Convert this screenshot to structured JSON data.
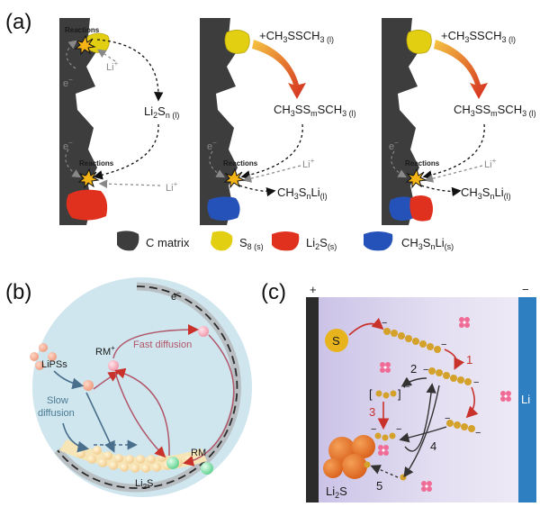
{
  "panel_a": {
    "letter": "(a)",
    "reactions_label": "Reactions",
    "li_plus": "Li",
    "li_plus_sup": "+",
    "electron": "e",
    "electron_sup": "−",
    "li2sn_main": "Li",
    "li2sn_sub1": "2",
    "li2sn_mid": "S",
    "li2sn_sub2": "n (l)",
    "reagent_main": "+CH",
    "reagent_sub1": "3",
    "reagent_mid": "SSCH",
    "reagent_sub2": "3 (l)",
    "product1_a": "CH",
    "product1_s1": "3",
    "product1_b": "SS",
    "product1_s2": "m",
    "product1_c": "SCH",
    "product1_s3": "3 (l)",
    "product2_a": "CH",
    "product2_s1": "3",
    "product2_b": "S",
    "product2_s2": "n",
    "product2_c": "Li",
    "product2_s3": "(l)",
    "legend": {
      "c_matrix": "C matrix",
      "s8_main": "S",
      "s8_sub": "8 (s)",
      "li2s_main": "Li",
      "li2s_sub1": "2",
      "li2s_mid": "S",
      "li2s_sub2": "(s)",
      "ch3snli_a": "CH",
      "ch3snli_s1": "3",
      "ch3snli_b": "S",
      "ch3snli_s2": "n",
      "ch3snli_c": "Li",
      "ch3snli_s3": "(s)"
    }
  },
  "panel_b": {
    "letter": "(b)",
    "electron": "e",
    "electron_sup": "−",
    "lipss": "LiPSs",
    "rm_plus": "RM",
    "rm_plus_sup": "+",
    "fast_diffusion": "Fast diffusion",
    "slow_diffusion_1": "Slow",
    "slow_diffusion_2": "diffusion",
    "rm": "RM",
    "li2s_main": "Li",
    "li2s_sub": "2",
    "li2s_end": "S"
  },
  "panel_c": {
    "letter": "(c)",
    "plus": "+",
    "minus": "−",
    "s_label": "S",
    "li_label": "Li",
    "li2s_main": "Li",
    "li2s_sub": "2",
    "li2s_end": "S",
    "step1": "1",
    "step2": "2",
    "step3": "3",
    "step4": "4",
    "step5": "5",
    "bracket_open": "[",
    "bracket_close": "]",
    "charge": "•−",
    "neg": "−"
  },
  "colors": {
    "matrix": "#3d3d3d",
    "sulfur": "#e3cf12",
    "li2s": "#e0301e",
    "ch3snli": "#2452b8",
    "arrow_red": "#c8322b",
    "arrow_orange": "#e89a24",
    "circle_fill": "#cfe6ee",
    "panel_c_bg": "#ded8ee",
    "electrode_blue": "#2e7fc2",
    "polysulfide": "#d4a12a",
    "li2s_sphere": "#e4761e"
  }
}
